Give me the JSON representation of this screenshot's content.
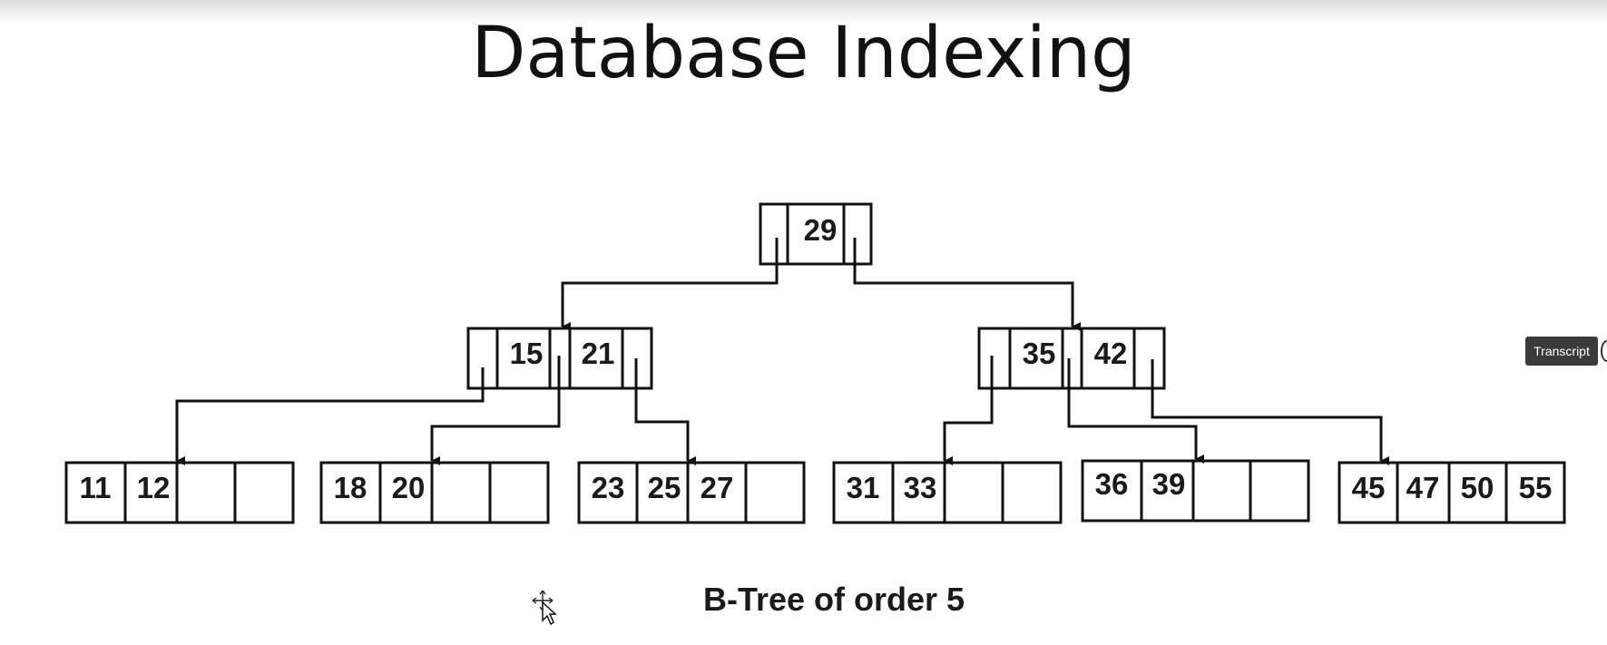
{
  "slide": {
    "title": "Database Indexing",
    "caption": "B-Tree of order 5"
  },
  "tree": {
    "root": {
      "keys": [
        "29"
      ]
    },
    "internal": [
      {
        "keys": [
          "15",
          "21"
        ]
      },
      {
        "keys": [
          "35",
          "42"
        ]
      }
    ],
    "leaves": [
      {
        "keys": [
          "11",
          "12"
        ]
      },
      {
        "keys": [
          "18",
          "20"
        ]
      },
      {
        "keys": [
          "23",
          "25",
          "27"
        ]
      },
      {
        "keys": [
          "31",
          "33"
        ]
      },
      {
        "keys": [
          "36",
          "39"
        ]
      },
      {
        "keys": [
          "45",
          "47",
          "50",
          "55"
        ]
      }
    ]
  },
  "ui": {
    "transcript_label": "Transcript"
  },
  "icons": {
    "cursor": "move-cursor-icon"
  }
}
